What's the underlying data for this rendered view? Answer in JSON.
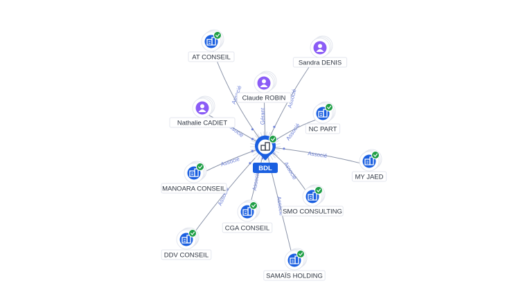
{
  "colors": {
    "company": "#1a5fe0",
    "person": "#8b5cf6",
    "check": "#1e9e45",
    "edge": "#8a93a8",
    "edge_label": "#6b7fd7",
    "center": "#1a5fe0"
  },
  "center": {
    "label": "BDL",
    "icon": "building-icon",
    "verified": true
  },
  "nodes": [
    {
      "id": "at",
      "label": "AT CONSEIL",
      "type": "company",
      "verified": true,
      "relation": "Associé"
    },
    {
      "id": "sandra",
      "label": "Sandra DENIS",
      "type": "person",
      "verified": false,
      "relation": "Associé"
    },
    {
      "id": "claude",
      "label": "Claude ROBIN",
      "type": "person",
      "verified": false,
      "relation": "Gérant"
    },
    {
      "id": "nathalie",
      "label": "Nathalie CADIET",
      "type": "person",
      "verified": false,
      "relation": "Associé"
    },
    {
      "id": "ncpart",
      "label": "NC PART",
      "type": "company",
      "verified": true,
      "relation": "Associé"
    },
    {
      "id": "myjaed",
      "label": "MY JAED",
      "type": "company",
      "verified": true,
      "relation": "Associé"
    },
    {
      "id": "manoara",
      "label": "MANOARA CONSEIL",
      "type": "company",
      "verified": true,
      "relation": "Associé"
    },
    {
      "id": "smo",
      "label": "SMO CONSULTING",
      "type": "company",
      "verified": true,
      "relation": "Associé"
    },
    {
      "id": "cga",
      "label": "CGA CONSEIL",
      "type": "company",
      "verified": true,
      "relation": "Associé"
    },
    {
      "id": "ddv",
      "label": "DDV CONSEIL",
      "type": "company",
      "verified": true,
      "relation": "Associé"
    },
    {
      "id": "samais",
      "label": "SAMAÏS HOLDING",
      "type": "company",
      "verified": true,
      "relation": "Associé"
    }
  ]
}
